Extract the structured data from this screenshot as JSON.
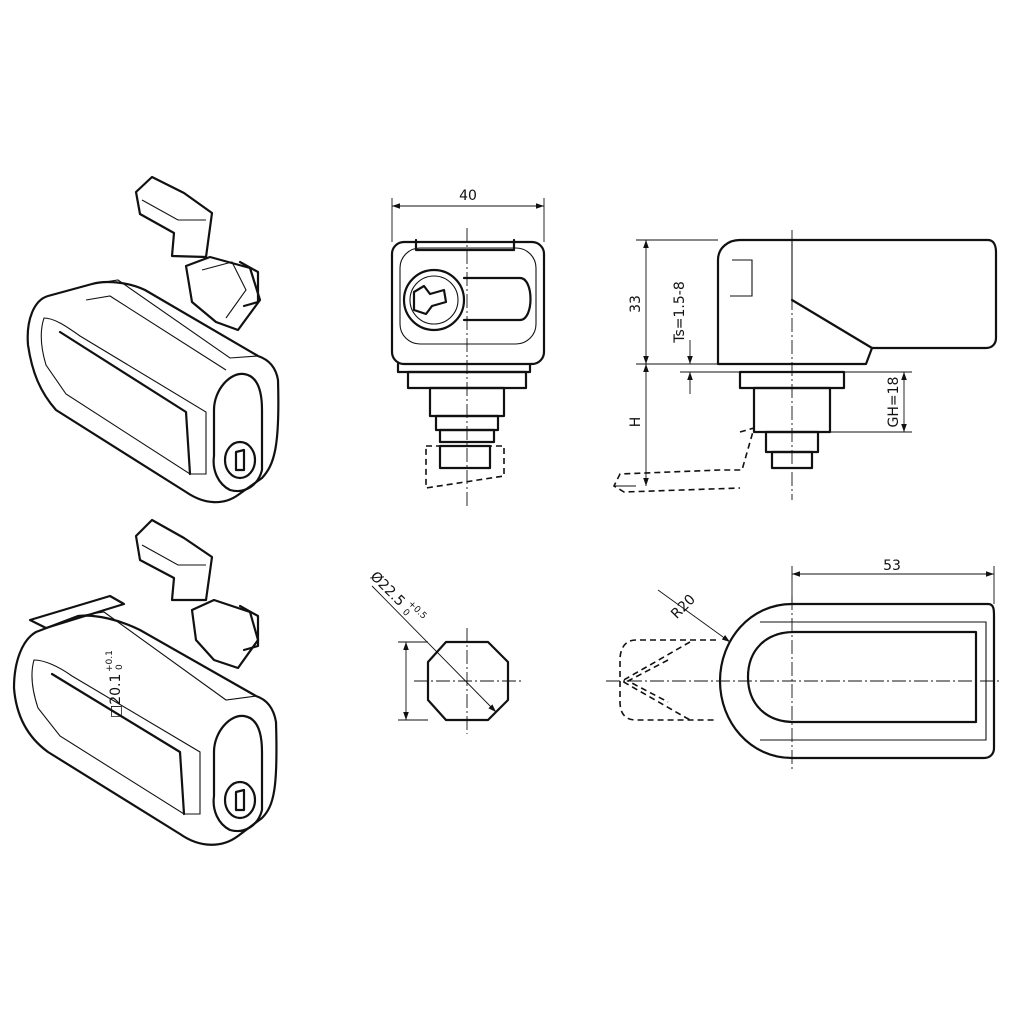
{
  "drawing": {
    "front_view": {
      "width_dim": "40"
    },
    "side_view": {
      "height_dim": "33",
      "ts_dim": "Ts=1.5-8",
      "h_dim": "H",
      "gh_dim": "GH=18"
    },
    "cutout": {
      "diameter_dim": "Ø22.5",
      "diameter_tol_upper": "+0.5",
      "diameter_tol_lower": "0",
      "square_dim": "□20.1",
      "square_tol_upper": "+0.1",
      "square_tol_lower": "0"
    },
    "bottom_view": {
      "length_dim": "53",
      "radius_dim": "R20"
    }
  }
}
